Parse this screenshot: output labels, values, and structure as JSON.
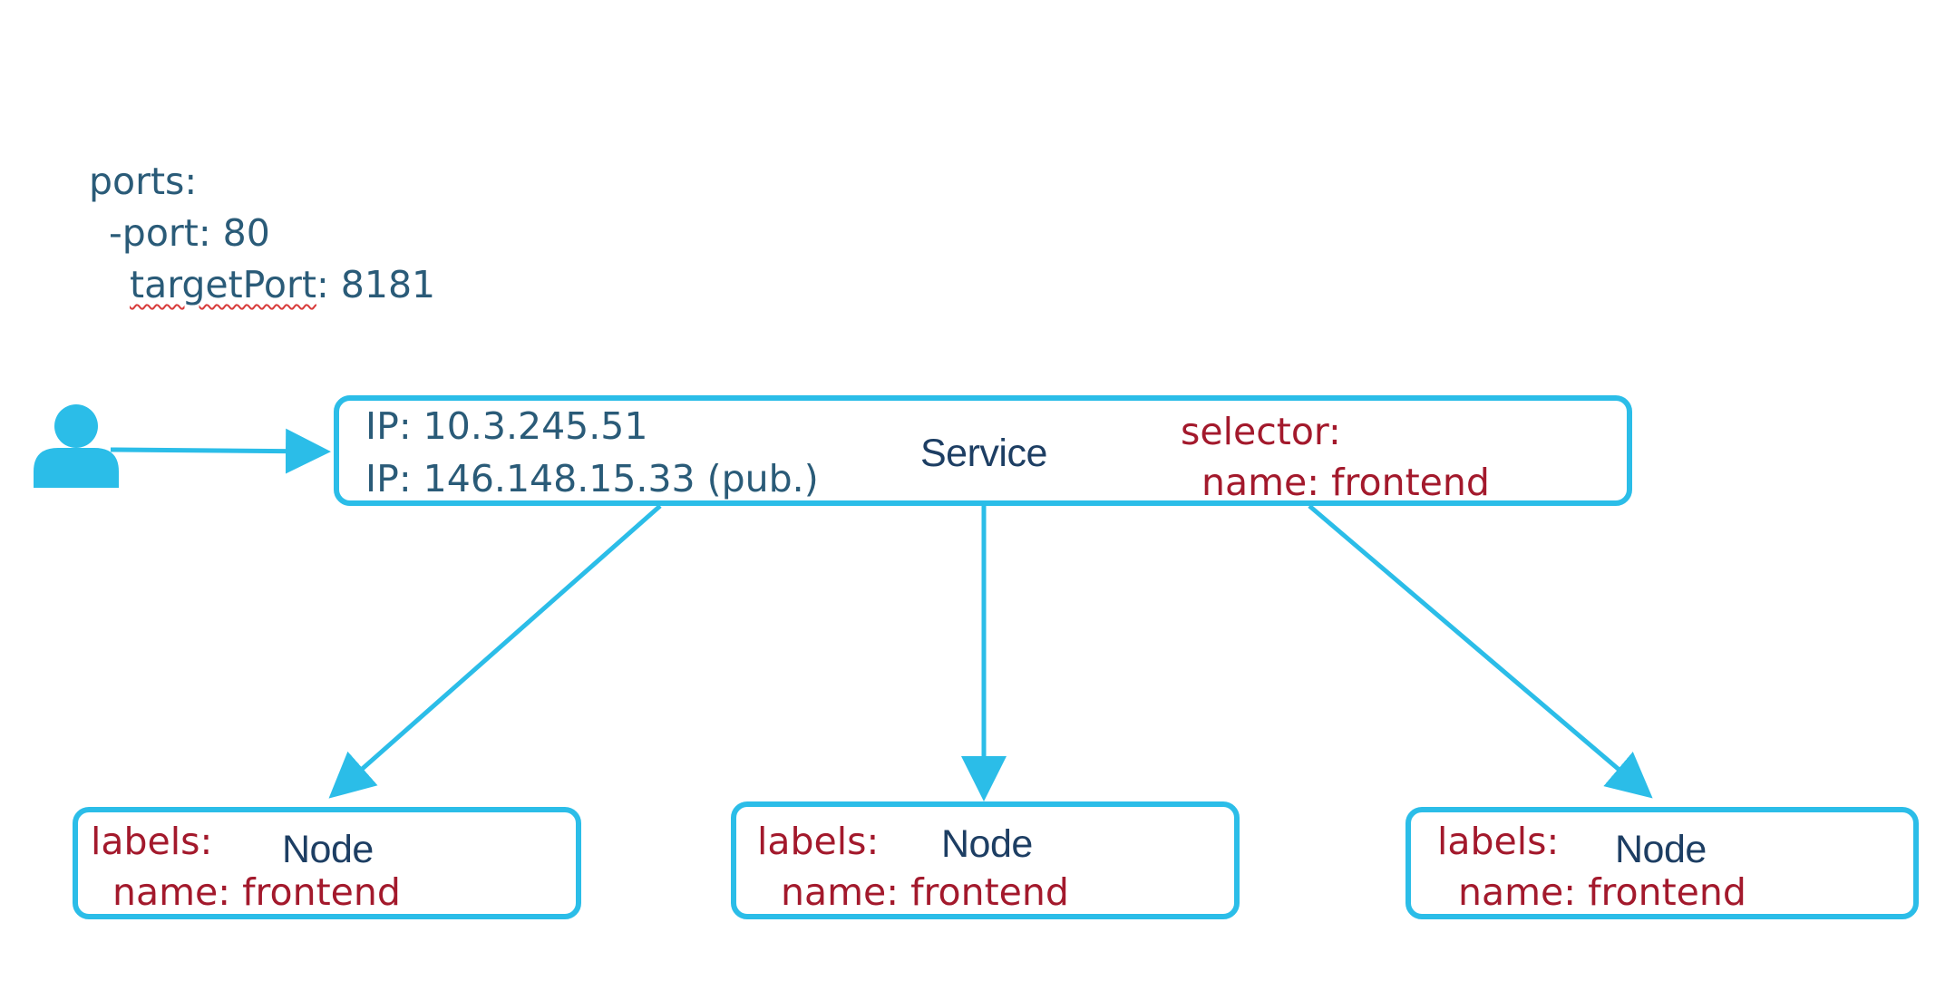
{
  "ports": {
    "line1": "ports:",
    "line2": "-port: 80",
    "line3_word": "targetPort",
    "line3_rest": ": 8181"
  },
  "service": {
    "title": "Service",
    "ip_internal": "IP: 10.3.245.51",
    "ip_public": "IP: 146.148.15.33 (pub.)",
    "selector_label": "selector:",
    "selector_value": "name: frontend"
  },
  "nodes": [
    {
      "title": "Node",
      "labels_label": "labels:",
      "labels_value": "name: frontend"
    },
    {
      "title": "Node",
      "labels_label": "labels:",
      "labels_value": "name: frontend"
    },
    {
      "title": "Node",
      "labels_label": "labels:",
      "labels_value": "name: frontend"
    }
  ],
  "colors": {
    "accent": "#2bbde8",
    "text_blue": "#2a5b78",
    "text_red": "#a3192c",
    "title_navy": "#1d3e63"
  },
  "icons": {
    "user": "user-icon"
  }
}
